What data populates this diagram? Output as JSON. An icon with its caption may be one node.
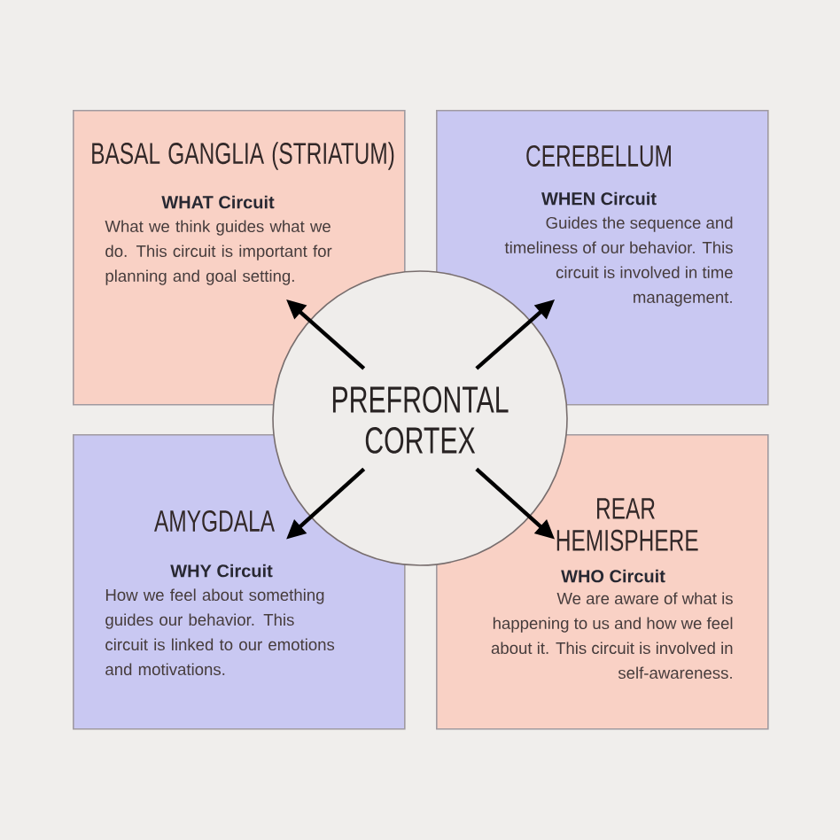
{
  "diagram": {
    "nodes": [
      {
        "text": [
          "PREFRONTAL CORTEX"
        ]
      },
      {
        "text": [
          "BASAL GANGLIA (STRIATUM)",
          "WHAT Circuit",
          "What we think guides what we do.  This circuit is important for planning and goal setting."
        ]
      },
      {
        "text": [
          "CEREBELLUM",
          "WHEN Circuit",
          "Guides the sequence and timeliness of our behavior. This circuit is involved in time management."
        ]
      },
      {
        "text": [
          "AMYGDALA",
          "WHY Circuit",
          "How we feel about something guides our behavior.  This circuit is linked to our emotions and motivations."
        ]
      },
      {
        "text": [
          "REAR HEMISPHERE",
          "WHO Circuit",
          "We are aware of what is happening to us and how we feel about it.  This circuit is involved in self-awareness."
        ]
      }
    ],
    "edges": [
      {
        "from": 0,
        "to": 1,
        "arrow": "to"
      },
      {
        "from": 0,
        "to": 2,
        "arrow": "to"
      },
      {
        "from": 0,
        "to": 3,
        "arrow": "to"
      },
      {
        "from": 0,
        "to": 4,
        "arrow": "to"
      }
    ]
  }
}
